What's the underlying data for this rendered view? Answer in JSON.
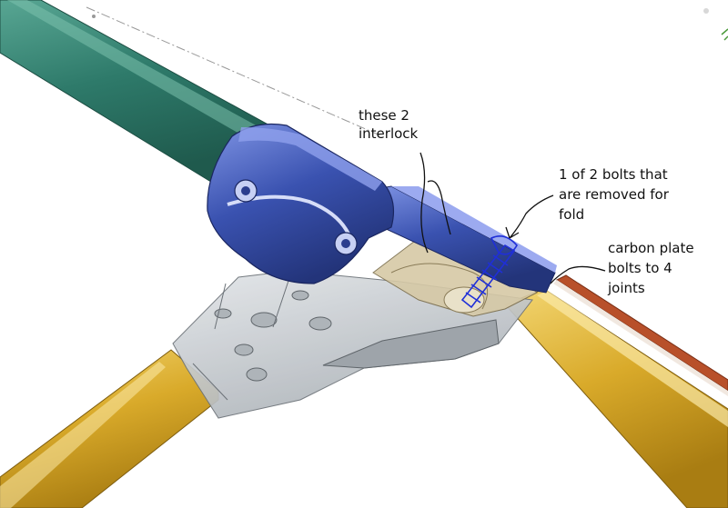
{
  "annotations": {
    "interlock": [
      "these 2",
      "interlock"
    ],
    "bolts": [
      "1 of 2 bolts that",
      "are removed for",
      "fold"
    ],
    "carbon": [
      "carbon plate",
      "bolts to 4",
      "joints"
    ]
  },
  "colors": {
    "green_tube": "#2e7a6a",
    "yellow_tube": "#d9aa2a",
    "blue_clamp": "#3a52b0",
    "grey_joint": "#c9ced3",
    "carbon_strip": "#b8502a",
    "bolt_sketch": "#1f2fd8"
  }
}
